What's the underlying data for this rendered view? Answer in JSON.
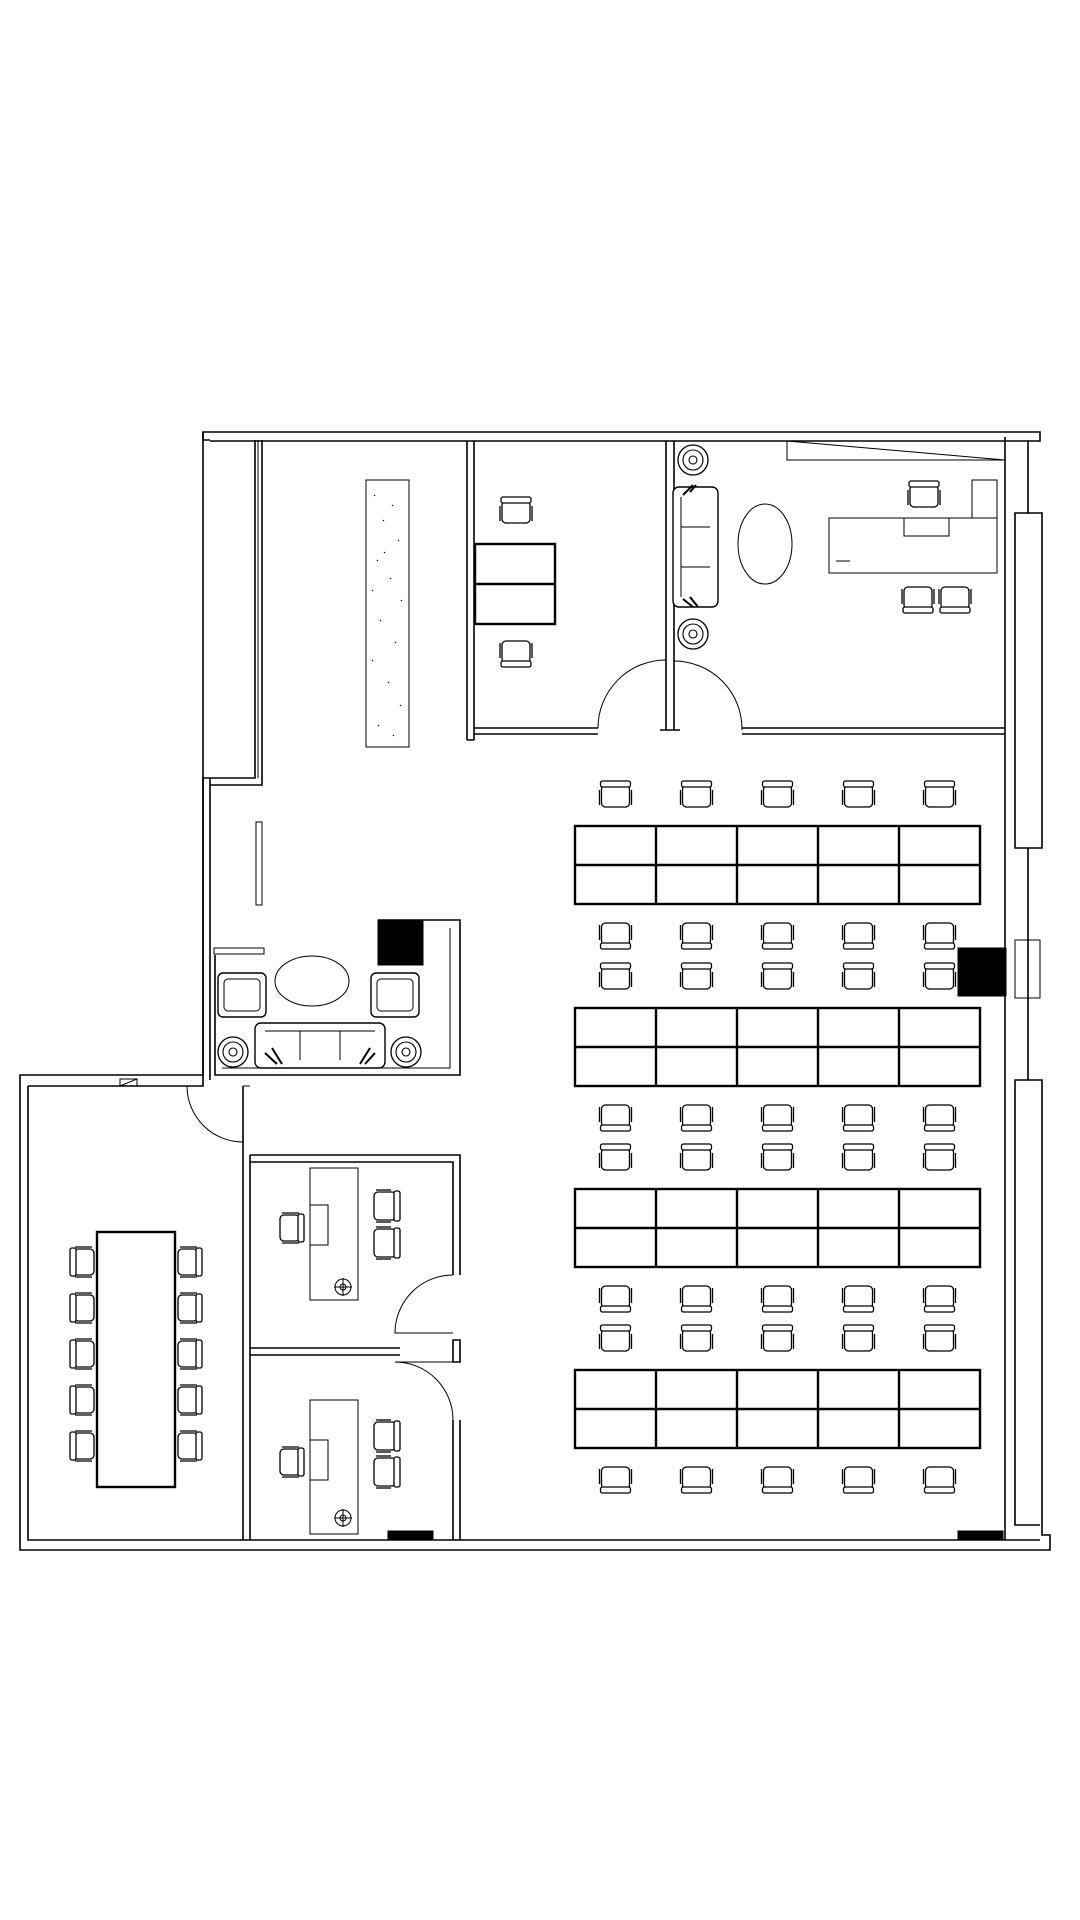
{
  "plan": {
    "background": "#ffffff",
    "line_color": "#000000",
    "open_office": {
      "workstation_rows": 4,
      "desks_per_row": 5,
      "chairs_per_desk_side": 1
    },
    "conference_room": {
      "chairs_per_side": 5
    },
    "icons": {
      "chair": "chair-icon",
      "armchair": "armchair-icon",
      "sofa": "sofa-icon",
      "plant": "plant-icon",
      "lamp": "lamp-icon",
      "column": "column-icon"
    }
  }
}
